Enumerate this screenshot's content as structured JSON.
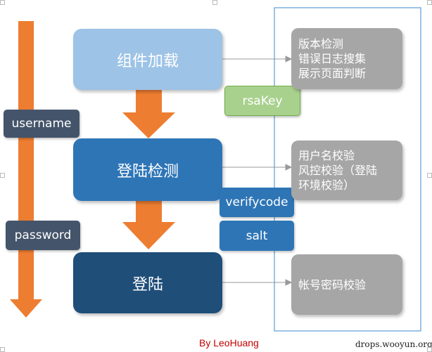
{
  "colors": {
    "orange_arrow": "#ed7d31",
    "box1": "#9dc3e6",
    "box2": "#2e75b6",
    "box3": "#1f4e79",
    "side_label": "#44546a",
    "rsakey_fill": "#a9d18e",
    "verify_fill": "#2e75b6",
    "right_box": "#a6a6a6",
    "frame": "#5b9bd5",
    "credit": "#c00000"
  },
  "side": {
    "username": "username",
    "password": "password"
  },
  "steps": {
    "step1": "组件加载",
    "step2": "登陆检测",
    "step3": "登陆"
  },
  "tags": {
    "rsakey": "rsaKey",
    "verifycode": "verifycode",
    "salt": "salt"
  },
  "checks": {
    "box1": [
      "版本检测",
      "错误日志搜集",
      "展示页面判断"
    ],
    "box2": [
      "用户名校验",
      "风控校验（登陆",
      "环境校验）"
    ],
    "box3": [
      "帐号密码校验"
    ]
  },
  "credit": "By LeoHuang",
  "watermark": "drops.wooyun.org"
}
